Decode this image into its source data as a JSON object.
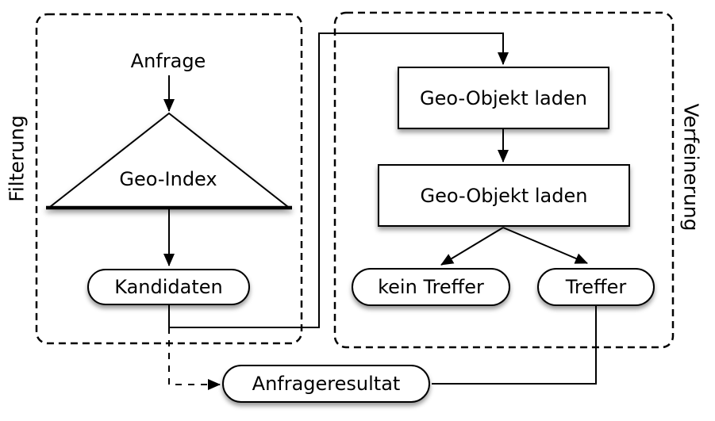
{
  "regions": {
    "filterung": {
      "label": "Filterung"
    },
    "verfeinerung": {
      "label": "Verfeinerung"
    }
  },
  "nodes": {
    "anfrage": {
      "label": "Anfrage",
      "shape": "text"
    },
    "geo_index": {
      "label": "Geo-Index",
      "shape": "triangle"
    },
    "kandidaten": {
      "label": "Kandidaten",
      "shape": "pill"
    },
    "geo_objekt_laden_1": {
      "label": "Geo-Objekt laden",
      "shape": "rect"
    },
    "geo_objekt_laden_2": {
      "label": "Geo-Objekt laden",
      "shape": "rect"
    },
    "kein_treffer": {
      "label": "kein Treffer",
      "shape": "pill"
    },
    "treffer": {
      "label": "Treffer",
      "shape": "pill"
    },
    "anfrageresultat": {
      "label": "Anfrageresultat",
      "shape": "pill"
    }
  },
  "edges": [
    {
      "from": "anfrage",
      "to": "geo_index",
      "style": "solid-arrow"
    },
    {
      "from": "geo_index",
      "to": "kandidaten",
      "style": "solid-arrow"
    },
    {
      "from": "kandidaten",
      "to": "geo_objekt_laden_1",
      "style": "solid-arrow"
    },
    {
      "from": "geo_objekt_laden_1",
      "to": "geo_objekt_laden_2",
      "style": "solid-arrow"
    },
    {
      "from": "geo_objekt_laden_2",
      "to": "kein_treffer",
      "style": "solid-arrow"
    },
    {
      "from": "geo_objekt_laden_2",
      "to": "treffer",
      "style": "solid-arrow"
    },
    {
      "from": "treffer",
      "to": "anfrageresultat",
      "style": "solid-line"
    },
    {
      "from": "kandidaten",
      "to": "anfrageresultat",
      "style": "dashed-arrow"
    }
  ],
  "colors": {
    "stroke": "#000000",
    "fill": "#ffffff",
    "shadow": "rgba(0,0,0,0.40)"
  }
}
